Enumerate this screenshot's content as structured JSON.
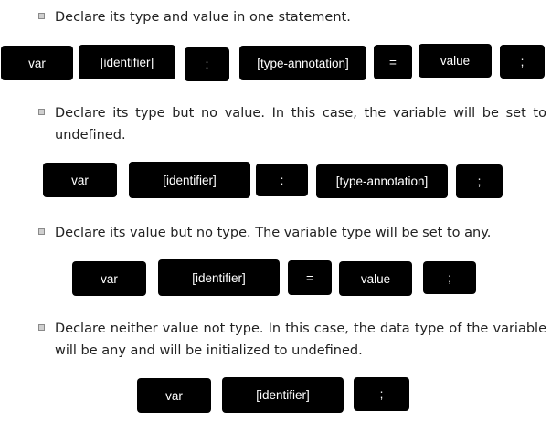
{
  "cases": [
    {
      "text": "Declare its type and value in one statement.",
      "tokens": [
        "var",
        "[identifier]",
        ":",
        "[type-annotation]",
        "=",
        "value",
        ";"
      ]
    },
    {
      "text": "Declare its type but no value. In this case, the variable will be set to undefined.",
      "tokens": [
        "var",
        "[identifier]",
        ":",
        "[type-annotation]",
        ";"
      ]
    },
    {
      "text": "Declare its value but no type. The variable type will be set to any.",
      "tokens": [
        "var",
        "[identifier]",
        "=",
        "value",
        ";"
      ]
    },
    {
      "text": "Declare neither value not type. In this case, the data type of the variable will be any and will be initialized to undefined.",
      "tokens": [
        "var",
        "[identifier]",
        ";"
      ]
    }
  ]
}
